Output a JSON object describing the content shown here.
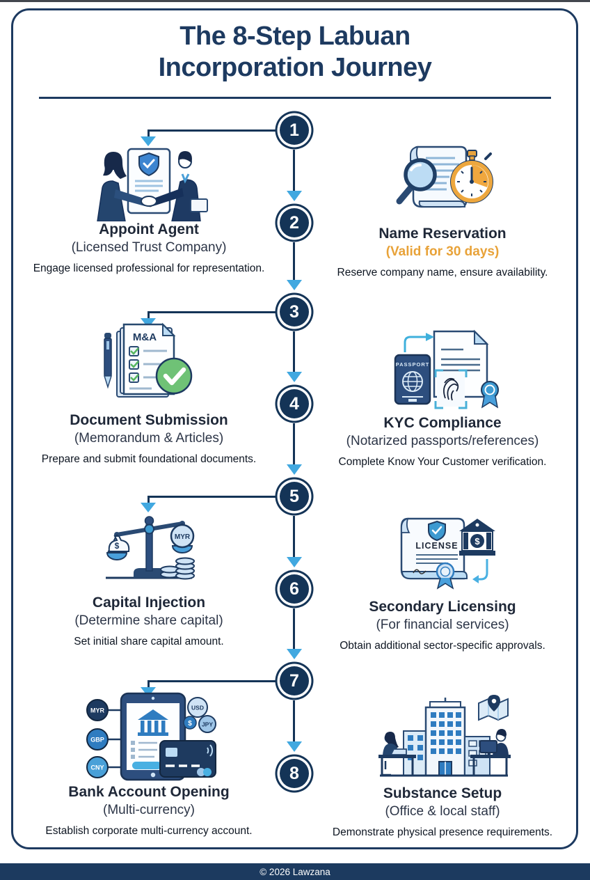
{
  "title": {
    "line1": "The 8-Step Labuan",
    "line2": "Incorporation Journey"
  },
  "steps": [
    {
      "number": "1",
      "side": "left",
      "title": "Appoint Agent",
      "subtitle": "(Licensed Trust Company)",
      "description": "Engage licensed professional for representation.",
      "icon": "handshake-people-document-icon"
    },
    {
      "number": "2",
      "side": "right",
      "title": "Name Reservation",
      "subtitle": "(Valid for 30 days)",
      "subtitle_color": "#E8A238",
      "description": "Reserve company name, ensure availability.",
      "icon": "magnifier-scroll-stopwatch-icon"
    },
    {
      "number": "3",
      "side": "left",
      "title": "Document Submission",
      "subtitle": "(Memorandum & Articles)",
      "description": "Prepare and submit foundational documents.",
      "icon": "checklist-pen-approved-icon",
      "labels": {
        "doc_header": "M&A"
      }
    },
    {
      "number": "4",
      "side": "right",
      "title": "KYC Compliance",
      "subtitle": "(Notarized passports/references)",
      "description": "Complete Know Your Customer verification.",
      "icon": "passport-fingerprint-certificate-icon",
      "labels": {
        "passport": "PASSPORT"
      }
    },
    {
      "number": "5",
      "side": "left",
      "title": "Capital Injection",
      "subtitle": "(Determine share capital)",
      "description": "Set initial share capital amount.",
      "icon": "balance-scale-money-icon",
      "labels": {
        "money_bag": "$",
        "weight": "MYR"
      }
    },
    {
      "number": "6",
      "side": "right",
      "title": "Secondary Licensing",
      "subtitle": "(For financial services)",
      "description": "Obtain additional sector-specific approvals.",
      "icon": "license-scroll-bank-icon",
      "labels": {
        "license": "LICENSE",
        "bank_dollar": "$"
      }
    },
    {
      "number": "7",
      "side": "left",
      "title": "Bank Account Opening",
      "subtitle": "(Multi-currency)",
      "description": "Establish corporate multi-currency account.",
      "icon": "tablet-bank-card-currencies-icon",
      "labels": {
        "c1": "MYR",
        "c2": "GBP",
        "c3": "CNY",
        "c4": "USD",
        "c5": "JPY",
        "dollar": "$"
      }
    },
    {
      "number": "8",
      "side": "right",
      "title": "Substance Setup",
      "subtitle": "(Office & local staff)",
      "description": "Demonstrate physical presence requirements.",
      "icon": "office-buildings-staff-map-icon"
    }
  ],
  "footer": {
    "copyright": "© 2026 Lawzana"
  },
  "colors": {
    "navy": "#1D3A60",
    "circle_navy": "#143457",
    "arrow_blue": "#41A8E0",
    "accent_orange": "#E8A238",
    "green_check": "#64BD6D",
    "footer_bg": "#1C3A5F"
  }
}
